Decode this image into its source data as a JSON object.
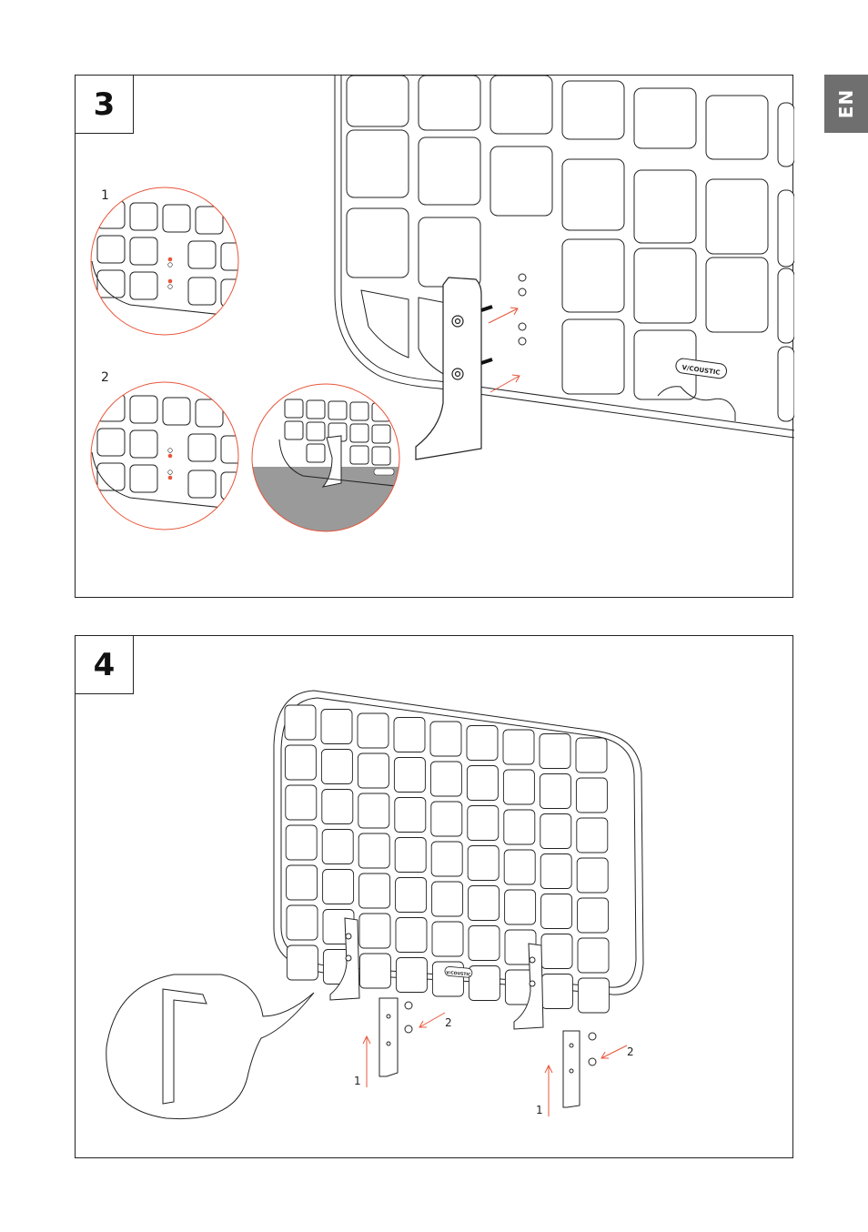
{
  "language_tab": "EN",
  "brand_text": "V/COUSTIC",
  "accent_color": "#e8553a",
  "steps": [
    {
      "number": "3",
      "detail_labels": [
        "1",
        "2"
      ]
    },
    {
      "number": "4",
      "callout_labels": [
        "1",
        "2",
        "1",
        "2"
      ]
    }
  ]
}
